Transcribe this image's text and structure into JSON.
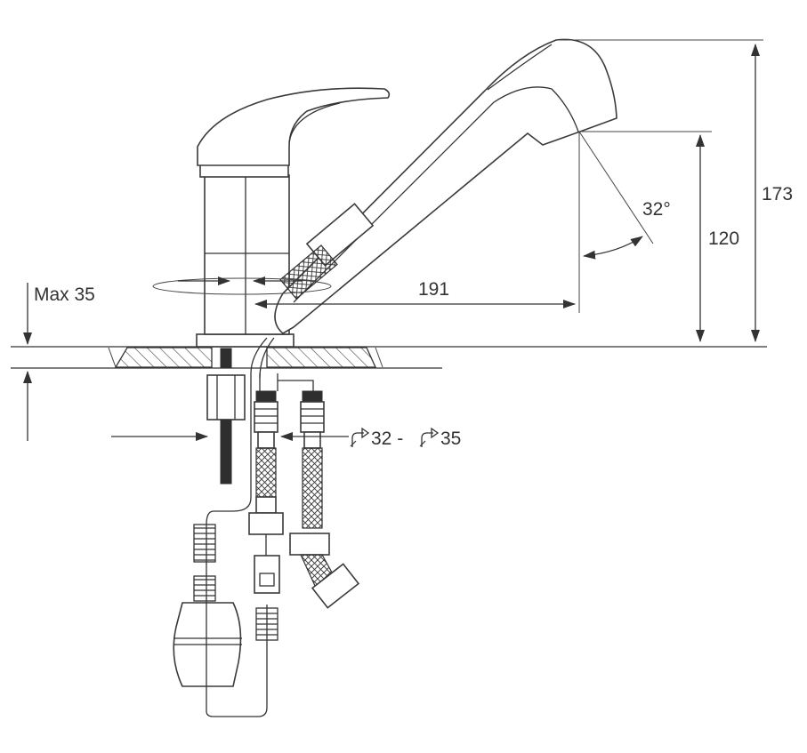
{
  "dimensions": {
    "total_height": "173",
    "spout_height": "120",
    "reach": "191",
    "angle": "32°",
    "max_thickness": "Max 35",
    "hole_diameter_prefix": "32 -",
    "hole_diameter_suffix": "35"
  },
  "icons": [
    "diameter-hole-icon",
    "diameter-hole-icon"
  ],
  "colors": {
    "line": "#333333",
    "dark_part": "#2e2e2e",
    "background": "#ffffff"
  }
}
